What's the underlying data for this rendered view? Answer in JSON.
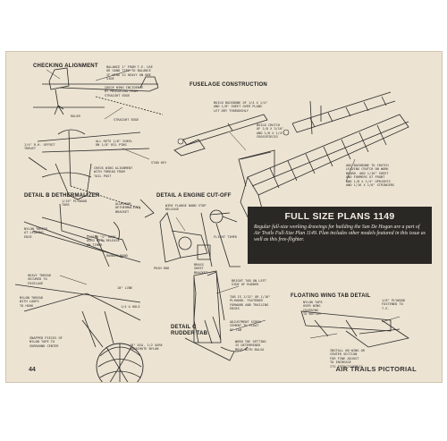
{
  "headings": {
    "checking_alignment": "CHECKING ALIGNMENT",
    "fuselage_construction": "FUSELAGE CONSTRUCTION",
    "detail_b": "DETAIL B DETHERMALIZER",
    "detail_a": "DETAIL A ENGINE CUT-OFF",
    "floating_wing_tab": "FLOATING WING TAB DETAIL",
    "detail_c": "DETAIL C\nRUDDER TAB"
  },
  "notes": {
    "n1": "BALANCE 1\" FROM T.E. USE\nOR SAND TIPS TO BALANCE\nIF WING IS HEAVY ON ONE\nSIDE",
    "n2": "CHECK WING INCIDENCE\nBY MEASURING FROM\nSTRAIGHT EDGE",
    "n3": "RULER",
    "n4": "STRAIGHT EDGE",
    "n5": "1/4\" R.H. OFFSET\nTHRUST",
    "n6": "ALL RETS 1/8\" SHEEL\nON 1/8\" BIL PINS",
    "n7": "STAB KEY",
    "n8": "CHECK WING ALIGNMENT\nWITH THREAD FROM\nTAIL POST",
    "n9": "BUILD BACKBONE OF 1/4 X 1/4\"\nAND 1/8\" SHEET OVER PLANS\nLET DRY THOROUGHLY",
    "n10": "BUILD CRUTCH\nOF 1/8 X 3/16\"\nAND 1/8 X 1/4\"\nCROSSPIECES",
    "n11": "ADD BACKBONE TO CRUTCH\nLEAVING CRUTCH ON WORK\nBOARD. ADD 1/16\" SHEET\nAND FORMERS AT FRONT\nAND 1/8 X 1/4\" UPRIGHTS\nAND 1/16 X 1/8\" STRINGERS",
    "n12": "1/16\" PLYWOOD\nTABS",
    "n13": "ALUMINUM\nDETHERMALIZER\nBRACKET",
    "n14": "CLOSED \"S\" HOOK\nUSED WITH RELEASE\nON TIMER",
    "n15": "RUBBER BAND",
    "n16": "HEAVY THREAD\nSECURED TO\nFUSELAGE",
    "n17": "NYLON THREAD\nWITH LOOPS\nTO HOOK",
    "n18": "NYLON THREAD\nAT LEADING\nEDGE",
    "n19": "10\" LINE",
    "n20": "1/4 & HOLE",
    "n21": "18\" DIA. 1/2 GORE\nPARACHUTE NYLON",
    "n22": "SNAPPED PIECES OF\nNYLON TAPE TO\nSURROUND CENTER",
    "n23": "WIRE FLANGE BAND STOP\nRELEASE",
    "n24": "PUSH ROD",
    "n25": "FLIGHT TIMER",
    "n26": "BRASS\nSHEET\nBRACKET",
    "n27": "BRIGHT TAB ON LEFT\nSIDE OF RUDDER",
    "n28": "TAB IS 1/32\" OR 1/16\"\nPLYWOOD. FASTENED\nFORWARD AND TRAILING\nEDGES",
    "n29": "ADJUSTMENT SCREW\nCEMENT TO FLOAT\nOF TAB",
    "n30": "WHEN THE SETTING\nIS DETERMINED\nMOVE WITH BALSA",
    "n31": "1/8\" PLYWOOD\nFASTENED TO\nT.E.",
    "n32": "NYLON TAPE\nOVER WING\nCOVERING\nTO BOTTOM",
    "n33": "INSTALL ON WING OR\nCENTER SECTION\nFOR FINE ADJUST\nTO INCREASE\nITS EFFECTIVENESS"
  },
  "panel": {
    "title": "FULL SIZE PLANS 1149",
    "body": "Regular full-size working drawings for building the San De Hogan are a part of Air Trails Full-Size Plan 1149. Plan includes other models featured in this issue as well as this free-flighter."
  },
  "footer": {
    "page_number": "44",
    "publication": "AIR TRAILS PICTORIAL"
  },
  "colors": {
    "paper": "#ece3d2",
    "ink": "#2b2b2b",
    "panel": "#2a2825"
  }
}
